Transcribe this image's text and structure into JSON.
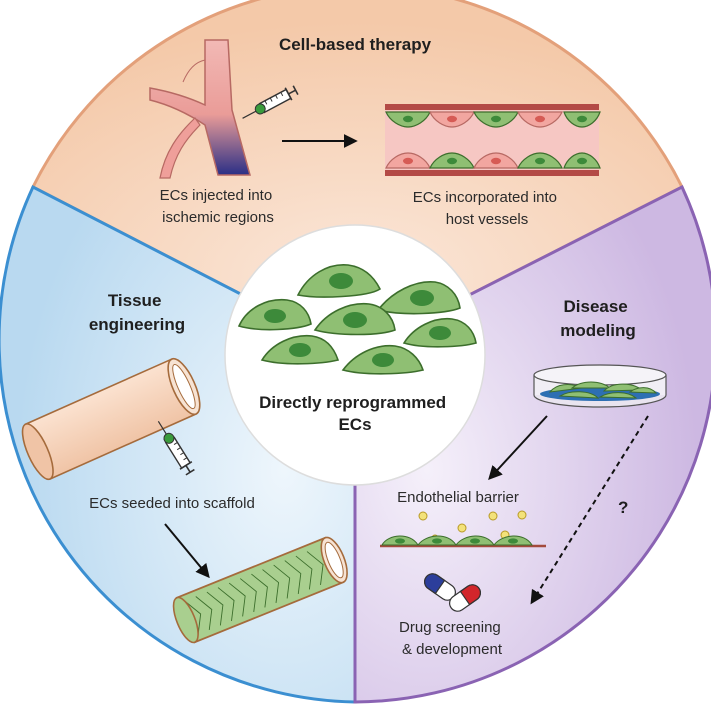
{
  "sections": {
    "cell_therapy": {
      "title": "Cell-based therapy",
      "left_caption": [
        "ECs injected into",
        "ischemic regions"
      ],
      "right_caption": [
        "ECs incorporated into",
        "host vessels"
      ]
    },
    "tissue_engineering": {
      "title": [
        "Tissue",
        "engineering"
      ],
      "caption": "ECs seeded into scaffold"
    },
    "disease_modeling": {
      "title": [
        "Disease",
        "modeling"
      ],
      "barrier_label": "Endothelial barrier",
      "question_mark": "?",
      "drug_label": [
        "Drug screening",
        "& development"
      ]
    },
    "center": {
      "label": [
        "Directly reprogrammed",
        "ECs"
      ]
    }
  },
  "colors": {
    "therapy_fill": "#f7d6bf",
    "therapy_stroke": "#e8a57f",
    "tissue_fill": "#cfe5f5",
    "tissue_stroke": "#3b8fd1",
    "disease_fill": "#dccfe8",
    "disease_stroke": "#8a63b3",
    "cell_fill": "#8fbf73",
    "cell_nucleus": "#3d8a3a",
    "cell_stroke": "#3c6e2c"
  }
}
